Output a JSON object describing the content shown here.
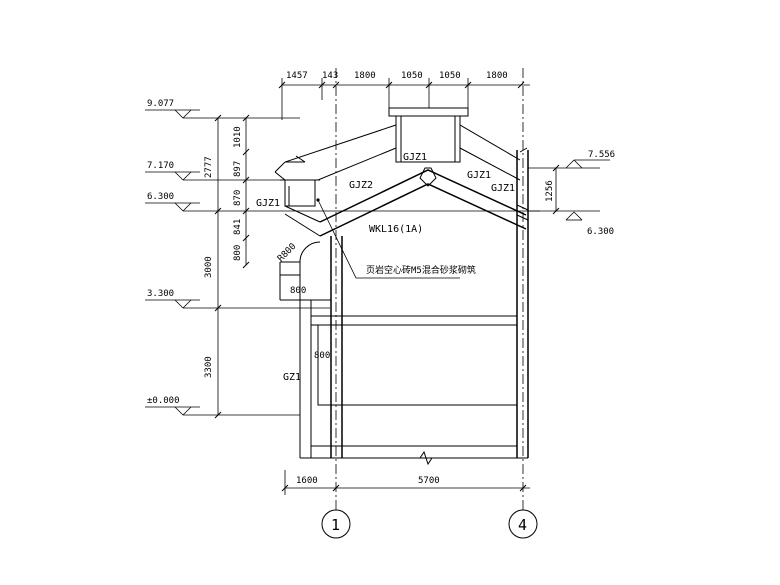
{
  "top_dimensions": [
    "1457",
    "143",
    "1800",
    "1050",
    "1050",
    "1800"
  ],
  "elevations_left": [
    {
      "id": "el-9077",
      "label": "9.077"
    },
    {
      "id": "el-7170",
      "label": "7.170"
    },
    {
      "id": "el-6300",
      "label": "6.300"
    },
    {
      "id": "el-3300",
      "label": "3.300"
    },
    {
      "id": "el-0000",
      "label": "±0.000"
    }
  ],
  "elevations_right": [
    {
      "id": "el-r-7556",
      "label": "7.556"
    },
    {
      "id": "el-r-6300",
      "label": "6.300"
    }
  ],
  "vertical_dims_outer": [
    "2777",
    "3000",
    "3300"
  ],
  "vertical_dims_inner": [
    "1010",
    "897",
    "870",
    "841",
    "800"
  ],
  "right_vertical_dim": "1256",
  "column_labels": {
    "gjz1_top": "GJZ1",
    "gjz1_right": "GJZ1",
    "gjz1_mid_right": "GJZ1",
    "gjz2": "GJZ2",
    "gjz1_left": "GJZ1",
    "gz1": "GZ1"
  },
  "beam_label": "WKL16(1A)",
  "wall_note": "页岩空心砖M5混合砂浆砌筑",
  "radius_label": "R800",
  "door_dim": "800",
  "wall_dim_800": "800",
  "bottom_dims": [
    "1600",
    "5700"
  ],
  "axis_labels": [
    "1",
    "4"
  ]
}
